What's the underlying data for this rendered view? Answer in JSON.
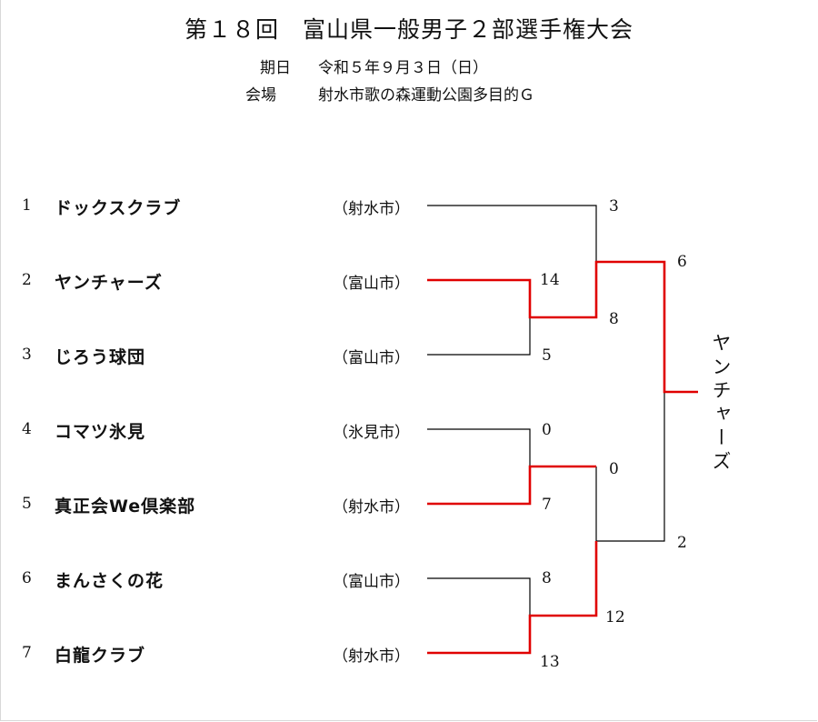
{
  "title": "第１８回　富山県一般男子２部選手権大会",
  "date": {
    "label": "期日",
    "value": "令和５年９月３日（日）"
  },
  "venue": {
    "label": "会場",
    "value": "射水市歌の森運動公園多目的Ｇ"
  },
  "teams": [
    {
      "seed": "1",
      "name": "ドックスクラブ",
      "city": "（射水市）"
    },
    {
      "seed": "2",
      "name": "ヤンチャーズ",
      "city": "（富山市）"
    },
    {
      "seed": "3",
      "name": "じろう球団",
      "city": "（富山市）"
    },
    {
      "seed": "4",
      "name": "コマツ氷見",
      "city": "（氷見市）"
    },
    {
      "seed": "5",
      "name": "真正会We倶楽部",
      "city": "（射水市）"
    },
    {
      "seed": "6",
      "name": "まんさくの花",
      "city": "（富山市）"
    },
    {
      "seed": "7",
      "name": "白龍クラブ",
      "city": "（射水市）"
    }
  ],
  "scores": {
    "r1_2v3_top": "14",
    "r1_2v3_bottom": "5",
    "r1_4v5_top": "0",
    "r1_4v5_bottom": "7",
    "r1_6v7_top": "8",
    "r1_6v7_bottom": "13",
    "sf_top_a": "3",
    "sf_top_b": "8",
    "sf_bot_a": "0",
    "sf_bot_b": "12",
    "final_top": "6",
    "final_bottom": "2"
  },
  "champion": "ヤンチャーズ",
  "colors": {
    "winner_line": "#e00000",
    "line": "#000000"
  }
}
